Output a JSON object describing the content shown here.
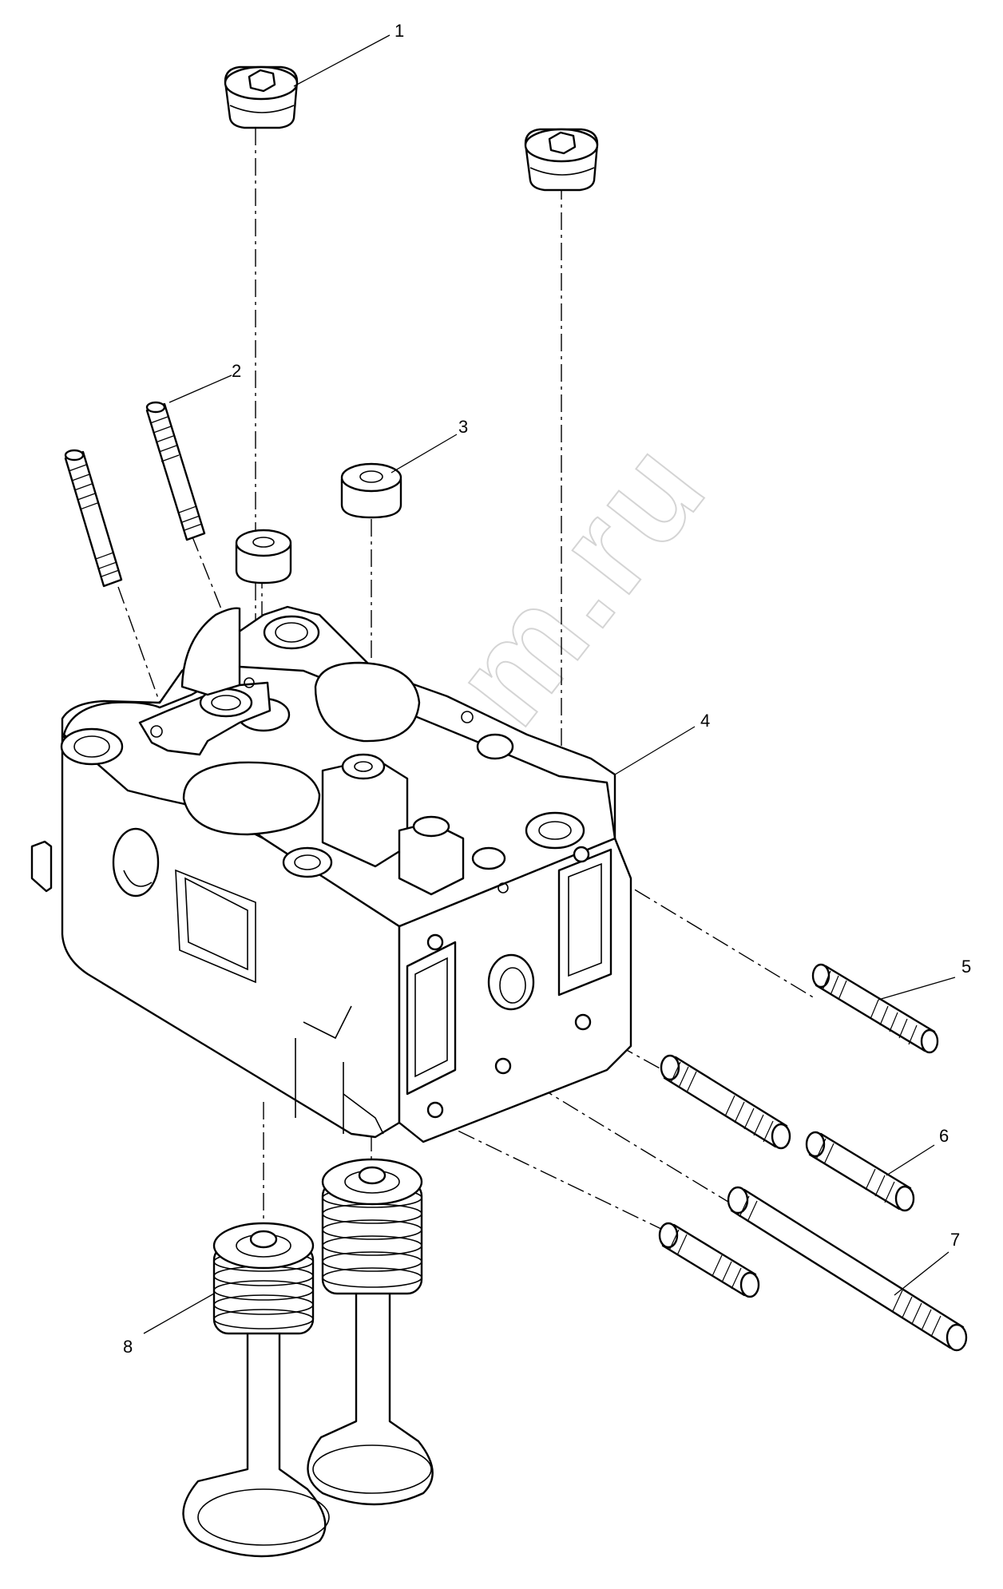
{
  "watermark": "Zapcam.ru",
  "callouts": [
    {
      "id": "1",
      "label": "1"
    },
    {
      "id": "2",
      "label": "2"
    },
    {
      "id": "3",
      "label": "3"
    },
    {
      "id": "4",
      "label": "4"
    },
    {
      "id": "5",
      "label": "5"
    },
    {
      "id": "6",
      "label": "6"
    },
    {
      "id": "7",
      "label": "7"
    },
    {
      "id": "8",
      "label": "8"
    }
  ]
}
